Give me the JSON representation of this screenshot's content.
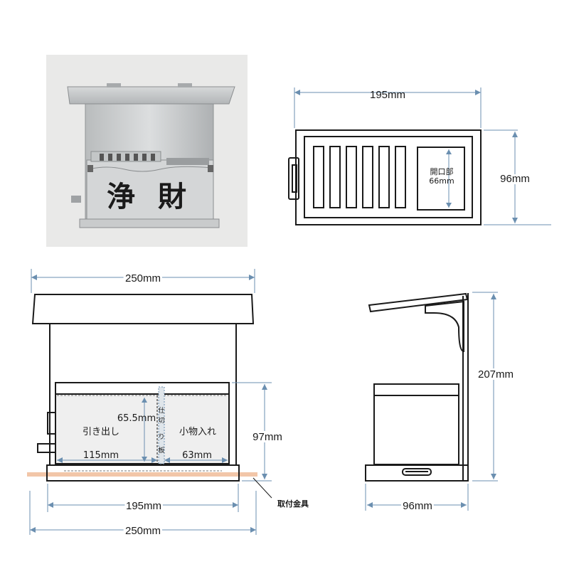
{
  "photo": {
    "kanji_left": "浄",
    "kanji_right": "財"
  },
  "top_view": {
    "width_label": "195mm",
    "depth_label": "96mm",
    "opening_title": "開口部",
    "opening_value": "66mm"
  },
  "front_view": {
    "top_width_label": "250mm",
    "bottom_inner_label": "195mm",
    "bottom_outer_label": "250mm",
    "height_label": "97mm",
    "drawer_label": "引き出し",
    "drawer_width_label": "115mm",
    "partition_height_label": "65.5mm",
    "partition_label": [
      "仕",
      "切",
      "り",
      "板"
    ],
    "compartment_label": "小物入れ",
    "compartment_width_label": "63mm",
    "bracket_label": "取付金具"
  },
  "side_view": {
    "height_label": "207mm",
    "depth_label": "96mm"
  }
}
